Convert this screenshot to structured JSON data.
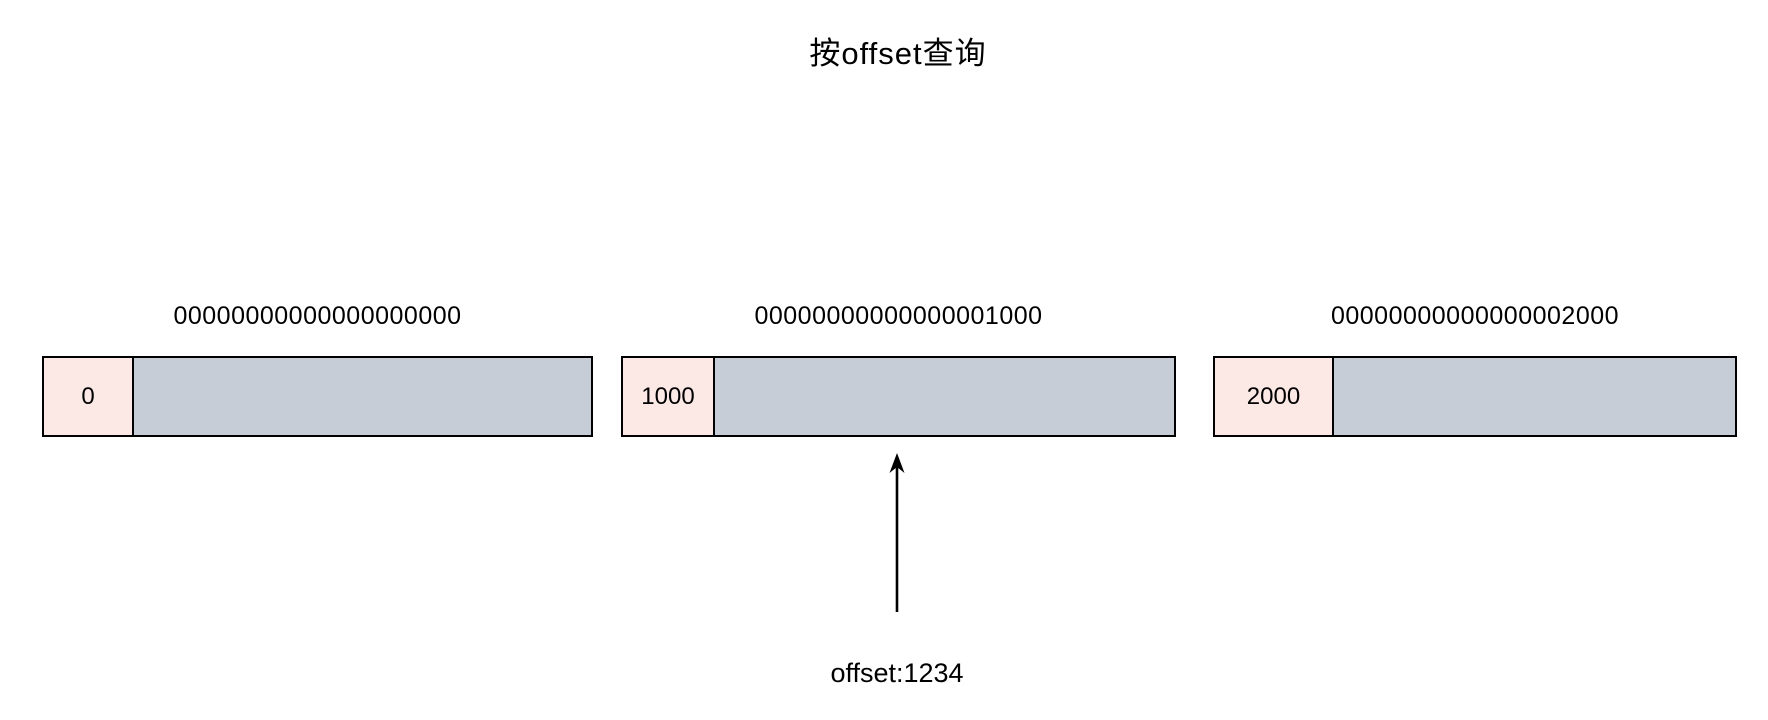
{
  "title": "按offset查询",
  "segments": [
    {
      "file_label": "00000000000000000000",
      "base_offset": "0"
    },
    {
      "file_label": "00000000000000001000",
      "base_offset": "1000"
    },
    {
      "file_label": "00000000000000002000",
      "base_offset": "2000"
    }
  ],
  "pointer": {
    "label": "offset:1234",
    "target_segment_index": 1
  },
  "colors": {
    "offset_cell": "#fce8e4",
    "segment_body": "#c7cdd6",
    "border": "#000000"
  }
}
